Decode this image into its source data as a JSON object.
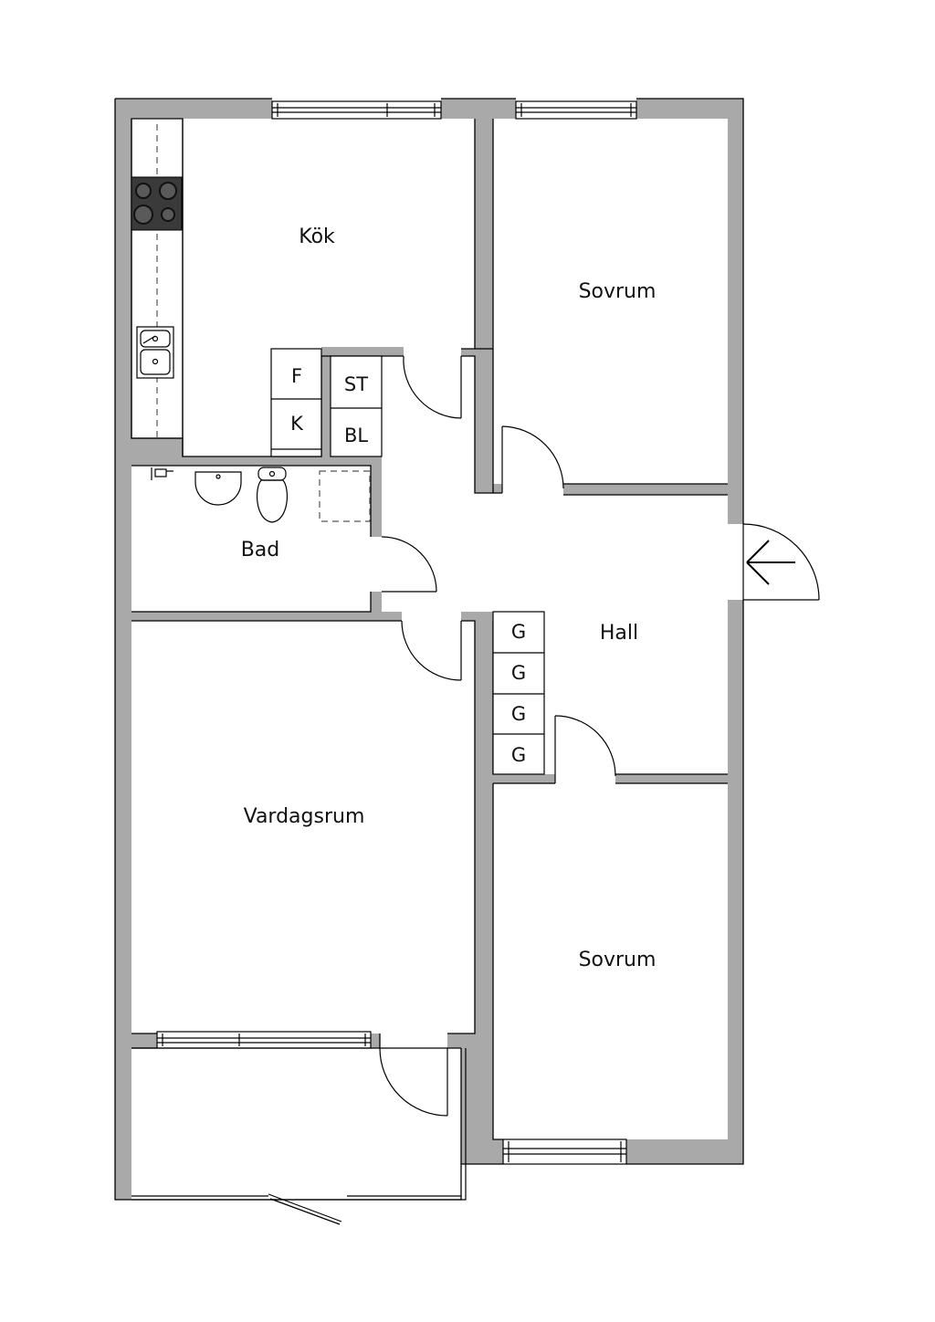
{
  "rooms": {
    "kitchen": "Kök",
    "bedroom_top": "Sovrum",
    "bathroom": "Bad",
    "hall": "Hall",
    "living_room": "Vardagsrum",
    "bedroom_bottom": "Sovrum"
  },
  "storage": {
    "fridge": "F",
    "freezer": "K",
    "closet": "ST",
    "linen": "BL",
    "wardrobes": [
      "G",
      "G",
      "G",
      "G"
    ]
  },
  "colors": {
    "wall": "#a9a9a9",
    "line": "#000000",
    "stove": "#3a3a3a"
  }
}
